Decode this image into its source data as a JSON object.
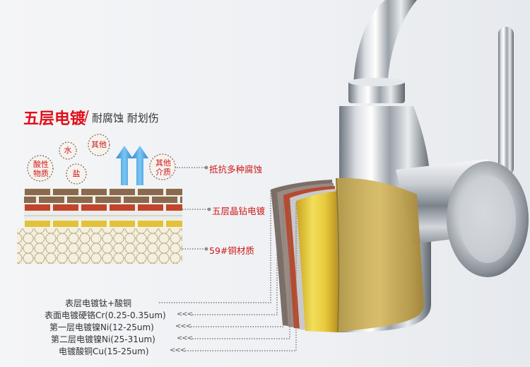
{
  "header": {
    "title_main": "五层电镀",
    "title_separator": "/",
    "title_sub": "耐腐蚀 耐划伤"
  },
  "bubbles": [
    {
      "id": "acid",
      "text": "酸性\n物质"
    },
    {
      "id": "water",
      "text": "水"
    },
    {
      "id": "other",
      "text": "其他"
    },
    {
      "id": "salt",
      "text": "盐"
    },
    {
      "id": "other-medium",
      "text": "其他\n介质"
    }
  ],
  "callouts": {
    "resist": "抵抗多种腐蚀",
    "plating": "五层晶钻电镀",
    "copper": "59#铜材质"
  },
  "layers": [
    {
      "label": "表层电镀钛+酸铜",
      "arrow": ""
    },
    {
      "label": "表面电镀硬铬Cr(0.25-0.35um)",
      "arrow": "<<<"
    },
    {
      "label": "第一层电镀镍Ni(12-25um)",
      "arrow": "<<<"
    },
    {
      "label": "第二层电镀镍Ni(25-31um)",
      "arrow": "<<<"
    },
    {
      "label": "电镀酸铜Cu(15-25um)",
      "arrow": "<<<"
    }
  ],
  "colors": {
    "title_red": "#e0101a",
    "brick_brown": "#8a6a4e",
    "brick_red": "#c0452c",
    "gold_layer": "#e2c23b",
    "copper_bead": "#f1ead2",
    "arrow_blue": "#48a6e6"
  }
}
